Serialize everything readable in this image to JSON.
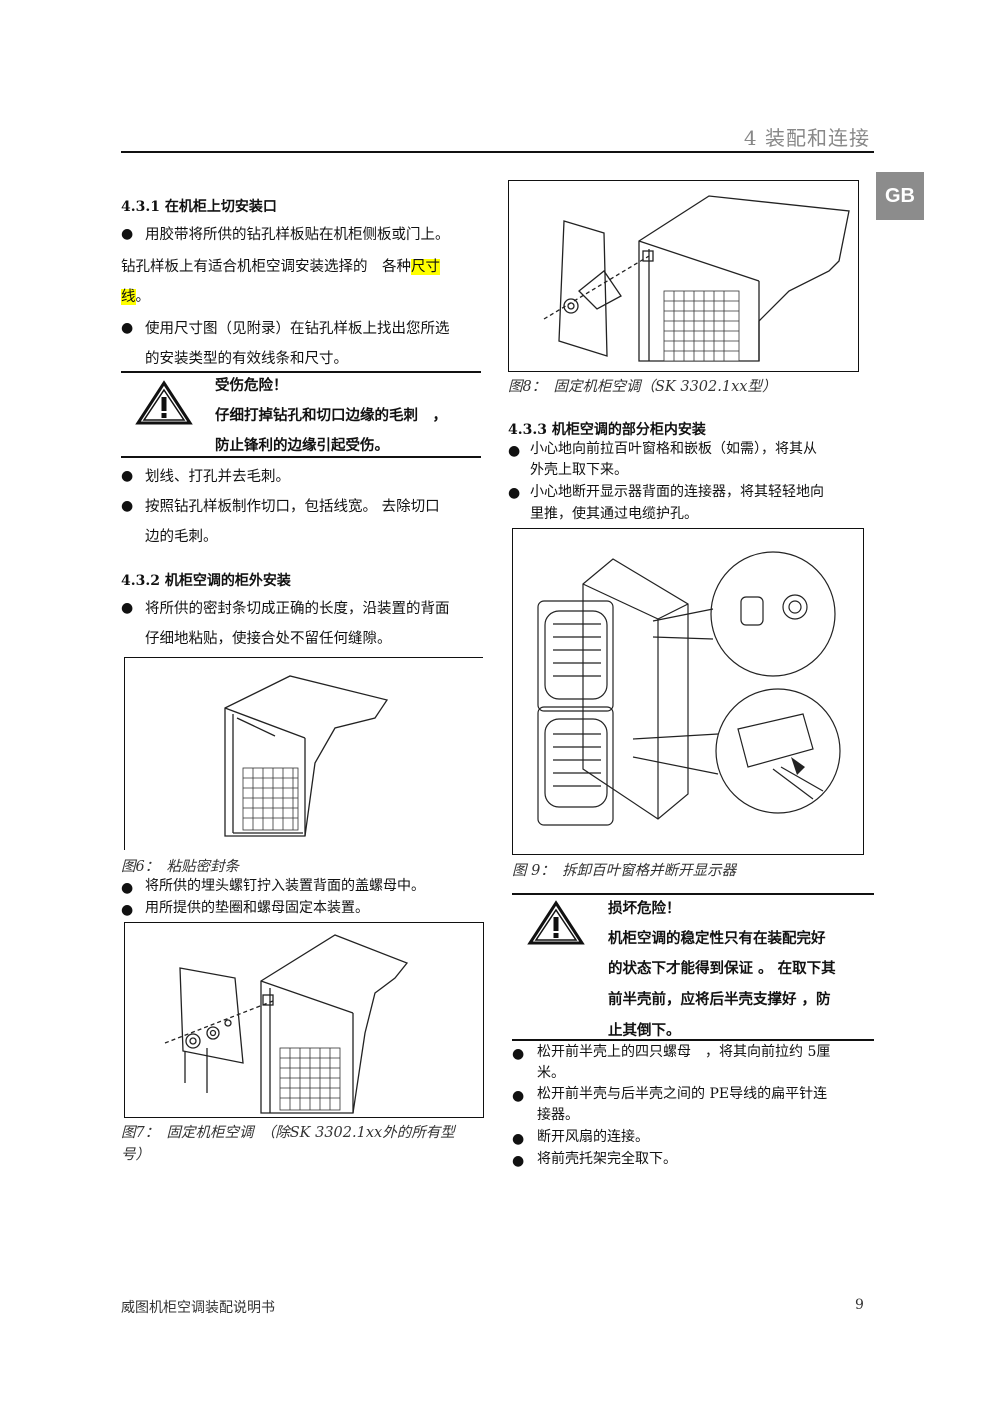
{
  "header": {
    "chapter": "4   装配和连接",
    "lang_badge": "GB"
  },
  "left": {
    "s431": {
      "title": "4.3.1 在机柜上切安装口",
      "b1": "用胶带将所供的钻孔样板贴在机柜侧板或门上。",
      "l2a": "钻孔样板上有适合机柜空调安装选择的　各种",
      "l2hl1": "尺寸",
      "l3hl": "线",
      "l3end": "。",
      "b3a": "使用尺寸图（见附录）在钻孔样板上找出您所选",
      "b3b": "的安装类型的有效线条和尺寸。",
      "warn1": "受伤危险！",
      "warn2": "仔细打掉钻孔和切口边缘的毛刺　，",
      "warn3": "防止锋利的边缘引起受伤。",
      "b4": "划线、打孔并去毛刺。",
      "b5a": "按照钻孔样板制作切口，包括线宽。 去除切口",
      "b5b": "边的毛刺。"
    },
    "s432": {
      "title": "4.3.2 机柜空调的柜外安装",
      "b1a": "将所供的密封条切成正确的长度，沿装置的背面",
      "b1b": "仔细地粘贴，使接合处不留任何缝隙。",
      "fig6": "图6：　粘贴密封条",
      "b2": "将所供的埋头螺钉拧入装置背面的盖螺母中。",
      "b3": "用所提供的垫圈和螺母固定本装置。",
      "fig7a": "图7：　固定机柜空调　（除SK 3302.1xx外的所有型",
      "fig7b": "号）"
    }
  },
  "right": {
    "fig8": "图8：　固定机柜空调（SK 3302.1xx型）",
    "s433": {
      "title": "4.3.3 机柜空调的部分柜内安装",
      "b1a": "小心地向前拉百叶窗格和嵌板（如需），将其从",
      "b1b": "外壳上取下来。",
      "b2a": "小心地断开显示器背面的连接器，将其轻轻地向",
      "b2b": "里推，使其通过电缆护孔。",
      "fig9": "图 9：　拆卸百叶窗格并断开显示器",
      "warn1": "损坏危险！",
      "warn2": "机柜空调的稳定性只有在装配完好",
      "warn3": "的状态下才能得到保证 。 在取下其",
      "warn4": "前半壳前，应将后半壳支撑好 ，防",
      "warn5": "止其倒下。",
      "b3a": "松开前半壳上的四只螺母　，将其向前拉约 5厘",
      "b3b": "米。",
      "b4a": "松开前半壳与后半壳之间的 PE导线的扁平针连",
      "b4b": "接器。",
      "b5": "断开风扇的连接。",
      "b6": "将前壳托架完全取下。"
    }
  },
  "footer": {
    "title": "威图机柜空调装配说明书",
    "page": "9"
  },
  "icons": [
    "warning-triangle-icon",
    "bullet-dot-icon"
  ]
}
